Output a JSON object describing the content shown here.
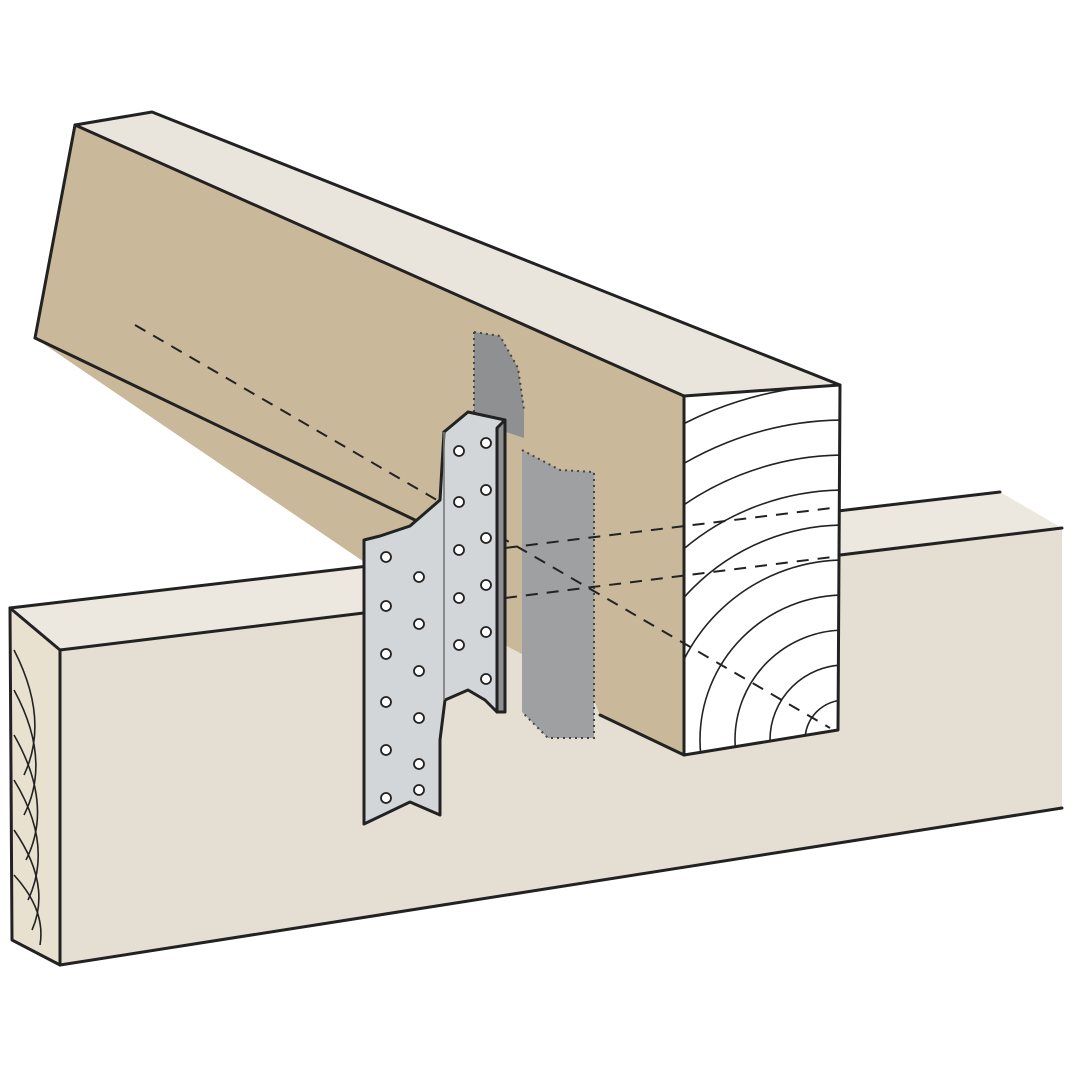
{
  "illustration": {
    "subject": "",
    "colors": {
      "beam_side": "#c9b899",
      "beam_top": "#e9e5dd",
      "end_grain": "#ffffff",
      "lower_beam_side": "#e5dfd3",
      "lower_beam_top": "#ece8e0",
      "bracket_front": "#d3d6d8",
      "bracket_hidden": "#9a9b9c",
      "outline": "#222222"
    },
    "icons": [
      "timber-beam",
      "wood-end-grain",
      "perforated-metal-bracket"
    ]
  }
}
